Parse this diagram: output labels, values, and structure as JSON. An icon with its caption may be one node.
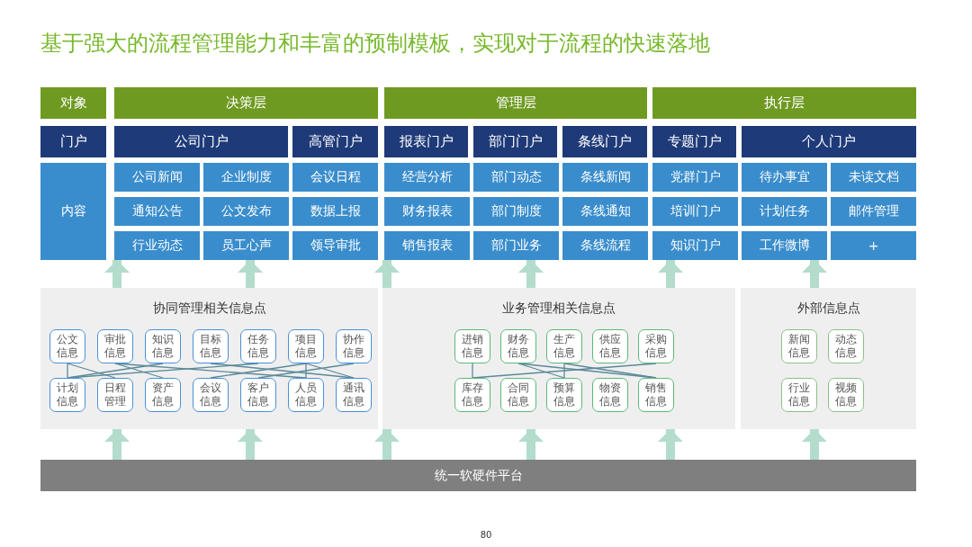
{
  "diagram": {
    "title": "基于强大的流程管理能力和丰富的预制模板，实现对于流程的快速落地",
    "nodes": [
      {
        "text": [
          "对象"
        ]
      },
      {
        "text": [
          "决策层"
        ]
      },
      {
        "text": [
          "管理层"
        ]
      },
      {
        "text": [
          "执行层"
        ]
      },
      {
        "text": [
          "门户"
        ]
      },
      {
        "text": [
          "公司门户"
        ]
      },
      {
        "text": [
          "高管门户"
        ]
      },
      {
        "text": [
          "报表门户"
        ]
      },
      {
        "text": [
          "部门门户"
        ]
      },
      {
        "text": [
          "条线门户"
        ]
      },
      {
        "text": [
          "专题门户"
        ]
      },
      {
        "text": [
          "个人门户"
        ]
      },
      {
        "text": [
          "内容"
        ]
      },
      {
        "text": [
          "公司新闻"
        ]
      },
      {
        "text": [
          "企业制度"
        ]
      },
      {
        "text": [
          "会议日程"
        ]
      },
      {
        "text": [
          "经营分析"
        ]
      },
      {
        "text": [
          "部门动态"
        ]
      },
      {
        "text": [
          "条线新闻"
        ]
      },
      {
        "text": [
          "党群门户"
        ]
      },
      {
        "text": [
          "待办事宜"
        ]
      },
      {
        "text": [
          "未读文档"
        ]
      },
      {
        "text": [
          "通知公告"
        ]
      },
      {
        "text": [
          "公文发布"
        ]
      },
      {
        "text": [
          "数据上报"
        ]
      },
      {
        "text": [
          "财务报表"
        ]
      },
      {
        "text": [
          "部门制度"
        ]
      },
      {
        "text": [
          "条线通知"
        ]
      },
      {
        "text": [
          "培训门户"
        ]
      },
      {
        "text": [
          "计划任务"
        ]
      },
      {
        "text": [
          "邮件管理"
        ]
      },
      {
        "text": [
          "行业动态"
        ]
      },
      {
        "text": [
          "员工心声"
        ]
      },
      {
        "text": [
          "领导审批"
        ]
      },
      {
        "text": [
          "销售报表"
        ]
      },
      {
        "text": [
          "部门业务"
        ]
      },
      {
        "text": [
          "条线流程"
        ]
      },
      {
        "text": [
          "知识门户"
        ]
      },
      {
        "text": [
          "工作微博"
        ]
      },
      {
        "text": [
          "+"
        ]
      },
      {
        "text": [
          "协同管理相关信息点"
        ]
      },
      {
        "text": [
          "公文信息"
        ],
        "in": 40
      },
      {
        "text": [
          "审批信息"
        ],
        "in": 40
      },
      {
        "text": [
          "知识信息"
        ],
        "in": 40
      },
      {
        "text": [
          "目标信息"
        ],
        "in": 40
      },
      {
        "text": [
          "任务信息"
        ],
        "in": 40
      },
      {
        "text": [
          "项目信息"
        ],
        "in": 40
      },
      {
        "text": [
          "协作信息"
        ],
        "in": 40
      },
      {
        "text": [
          "计划信息"
        ],
        "in": 40
      },
      {
        "text": [
          "日程管理"
        ],
        "in": 40
      },
      {
        "text": [
          "资产信息"
        ],
        "in": 40
      },
      {
        "text": [
          "会议信息"
        ],
        "in": 40
      },
      {
        "text": [
          "客户信息"
        ],
        "in": 40
      },
      {
        "text": [
          "人员信息"
        ],
        "in": 40
      },
      {
        "text": [
          "通讯信息"
        ],
        "in": 40
      },
      {
        "text": [
          "业务管理相关信息点"
        ]
      },
      {
        "text": [
          "进销信息"
        ],
        "in": 55
      },
      {
        "text": [
          "财务信息"
        ],
        "in": 55
      },
      {
        "text": [
          "生产信息"
        ],
        "in": 55
      },
      {
        "text": [
          "供应信息"
        ],
        "in": 55
      },
      {
        "text": [
          "采购信息"
        ],
        "in": 55
      },
      {
        "text": [
          "库存信息"
        ],
        "in": 55
      },
      {
        "text": [
          "合同信息"
        ],
        "in": 55
      },
      {
        "text": [
          "预算信息"
        ],
        "in": 55
      },
      {
        "text": [
          "物资信息"
        ],
        "in": 55
      },
      {
        "text": [
          "销售信息"
        ],
        "in": 55
      },
      {
        "text": [
          "外部信息点"
        ]
      },
      {
        "text": [
          "新闻信息"
        ],
        "in": 66
      },
      {
        "text": [
          "动态信息"
        ],
        "in": 66
      },
      {
        "text": [
          "行业信息"
        ],
        "in": 66
      },
      {
        "text": [
          "视频信息"
        ],
        "in": 66
      },
      {
        "text": [
          "统一软硬件平台"
        ]
      }
    ],
    "edges": [
      {
        "from": 41,
        "to": 48,
        "arrow": "none"
      },
      {
        "from": 41,
        "to": 49,
        "arrow": "none"
      },
      {
        "from": 42,
        "to": 50,
        "arrow": "none"
      },
      {
        "from": 42,
        "to": 53,
        "arrow": "none"
      },
      {
        "from": 43,
        "to": 48,
        "arrow": "none"
      },
      {
        "from": 45,
        "to": 48,
        "arrow": "none"
      },
      {
        "from": 46,
        "to": 51,
        "arrow": "none"
      },
      {
        "from": 46,
        "to": 53,
        "arrow": "none"
      },
      {
        "from": 46,
        "to": 54,
        "arrow": "none"
      },
      {
        "from": 47,
        "to": 52,
        "arrow": "none"
      },
      {
        "from": 44,
        "to": 54,
        "arrow": "none"
      },
      {
        "from": 56,
        "to": 61,
        "arrow": "none"
      },
      {
        "from": 57,
        "to": 63,
        "arrow": "none"
      },
      {
        "from": 58,
        "to": 63,
        "arrow": "none"
      },
      {
        "from": 58,
        "to": 65,
        "arrow": "none"
      },
      {
        "from": 57,
        "to": 65,
        "arrow": "none"
      },
      {
        "from": 60,
        "to": 61,
        "arrow": "none"
      },
      {
        "from": 71,
        "to": 40,
        "arrow": "to",
        "style": "thick",
        "color": "#b3dccc"
      },
      {
        "from": 71,
        "to": 40,
        "arrow": "to",
        "style": "thick",
        "color": "#b3dccc"
      },
      {
        "from": 71,
        "to": 55,
        "arrow": "to",
        "style": "thick",
        "color": "#b3dccc"
      },
      {
        "from": 71,
        "to": 55,
        "arrow": "to",
        "style": "thick",
        "color": "#b3dccc"
      },
      {
        "from": 71,
        "to": 55,
        "arrow": "to",
        "style": "thick",
        "color": "#b3dccc"
      },
      {
        "from": 71,
        "to": 66,
        "arrow": "to",
        "style": "thick",
        "color": "#b3dccc"
      },
      {
        "from": 40,
        "to": 31,
        "arrow": "to",
        "style": "thick",
        "color": "#b3dccc"
      },
      {
        "from": 40,
        "to": 32,
        "arrow": "to",
        "style": "thick",
        "color": "#b3dccc"
      },
      {
        "from": 55,
        "to": 34,
        "arrow": "to",
        "style": "thick",
        "color": "#b3dccc"
      },
      {
        "from": 55,
        "to": 35,
        "arrow": "to",
        "style": "thick",
        "color": "#b3dccc"
      },
      {
        "from": 55,
        "to": 37,
        "arrow": "to",
        "style": "thick",
        "color": "#b3dccc"
      },
      {
        "from": 66,
        "to": 38,
        "arrow": "to",
        "style": "thick",
        "color": "#b3dccc"
      }
    ],
    "labels": [
      "80"
    ]
  }
}
